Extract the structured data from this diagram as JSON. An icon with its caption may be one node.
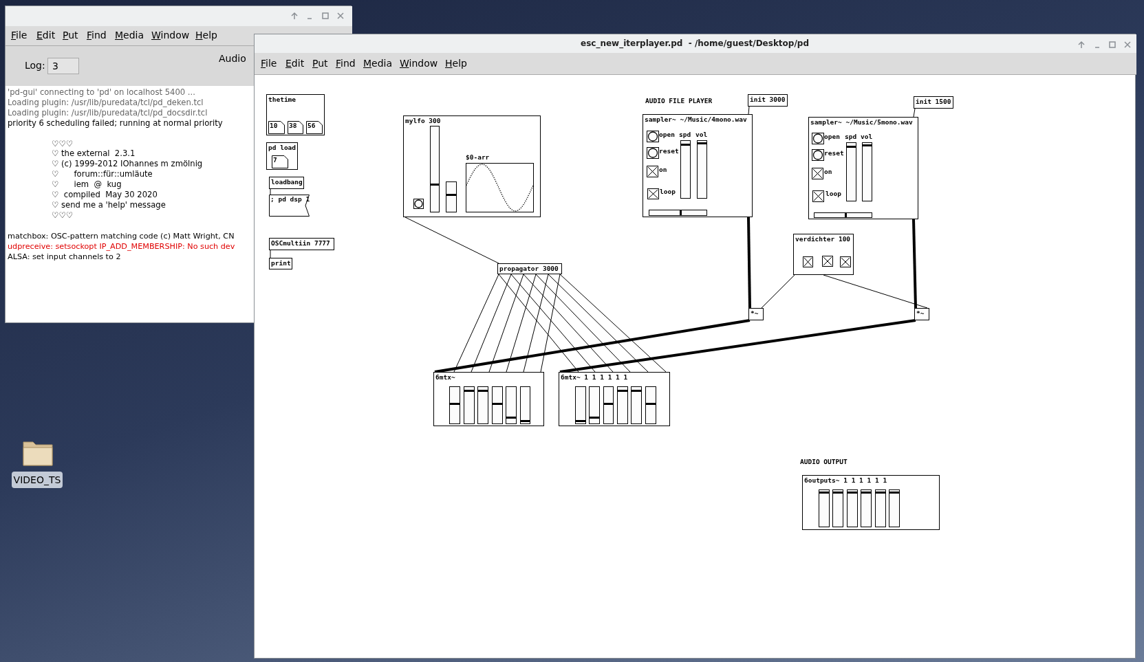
{
  "diagram": {
    "nodes": [
      {
        "text": [
          "esc_new_iterplayer.pd  - /home/guest/Desktop/pd"
        ]
      },
      {
        "text": [
          "thetime"
        ],
        "in": 0
      },
      {
        "text": [
          "10"
        ],
        "in": 1
      },
      {
        "text": [
          "38"
        ],
        "in": 1
      },
      {
        "text": [
          "56"
        ],
        "in": 1
      },
      {
        "text": [
          "pd load"
        ],
        "in": 0
      },
      {
        "text": [
          "7"
        ],
        "in": 5
      },
      {
        "text": [
          "loadbang"
        ],
        "in": 0
      },
      {
        "text": [
          "; pd dsp 1"
        ],
        "in": 0
      },
      {
        "text": [
          "OSCmultiin 7777"
        ],
        "in": 0
      },
      {
        "text": [
          "print"
        ],
        "in": 0
      },
      {
        "text": [
          "mylfo 300"
        ],
        "in": 0
      },
      {
        "text": [
          "$0-arr"
        ],
        "in": 11
      },
      {
        "text": [
          "propagator 3000"
        ],
        "in": 0
      },
      {
        "text": [
          "init 3000"
        ],
        "in": 0
      },
      {
        "text": [
          "sampler~ ~/Music/4mono.wav"
        ],
        "in": 0
      },
      {
        "text": [
          "init 1500"
        ],
        "in": 0
      },
      {
        "text": [
          "sampler~ ~/Music/5mono.wav"
        ],
        "in": 0
      },
      {
        "text": [
          "verdichter 100"
        ],
        "in": 0
      },
      {
        "text": [
          "*~"
        ],
        "in": 0
      },
      {
        "text": [
          "*~"
        ],
        "in": 0
      },
      {
        "text": [
          "6mtx~"
        ],
        "in": 0
      },
      {
        "text": [
          "6mtx~ 1 1 1 1 1 1"
        ],
        "in": 0
      },
      {
        "text": [
          "6outputs~ 1 1 1 1 1 1"
        ],
        "in": 0
      }
    ],
    "edges": [
      {
        "from": 7,
        "to": 8,
        "arrow": "none"
      },
      {
        "from": 9,
        "to": 10,
        "arrow": "none"
      },
      {
        "from": 11,
        "to": 13,
        "arrow": "none"
      },
      {
        "from": 13,
        "to": 21,
        "arrow": "none"
      },
      {
        "from": 13,
        "to": 21,
        "arrow": "none"
      },
      {
        "from": 13,
        "to": 21,
        "arrow": "none"
      },
      {
        "from": 13,
        "to": 21,
        "arrow": "none"
      },
      {
        "from": 13,
        "to": 21,
        "arrow": "none"
      },
      {
        "from": 13,
        "to": 21,
        "arrow": "none"
      },
      {
        "from": 13,
        "to": 22,
        "arrow": "none"
      },
      {
        "from": 13,
        "to": 22,
        "arrow": "none"
      },
      {
        "from": 13,
        "to": 22,
        "arrow": "none"
      },
      {
        "from": 13,
        "to": 22,
        "arrow": "none"
      },
      {
        "from": 13,
        "to": 22,
        "arrow": "none"
      },
      {
        "from": 13,
        "to": 22,
        "arrow": "none"
      },
      {
        "from": 14,
        "to": 15,
        "arrow": "none"
      },
      {
        "from": 16,
        "to": 17,
        "arrow": "none"
      },
      {
        "from": 15,
        "to": 19,
        "arrow": "none",
        "style": "thick"
      },
      {
        "from": 17,
        "to": 20,
        "arrow": "none",
        "style": "thick"
      },
      {
        "from": 18,
        "to": 19,
        "arrow": "none"
      },
      {
        "from": 18,
        "to": 20,
        "arrow": "none"
      },
      {
        "from": 19,
        "to": 21,
        "arrow": "none",
        "style": "thick"
      },
      {
        "from": 20,
        "to": 22,
        "arrow": "none",
        "style": "thick"
      }
    ],
    "labels": [
      "File",
      "Edit",
      "Put",
      "Find",
      "Media",
      "Window",
      "Help",
      "Log:",
      "3",
      "Audio",
      "'pd-gui' connecting to 'pd' on localhost 5400 ...",
      "Loading plugin: /usr/lib/puredata/tcl/pd_deken.tcl",
      "Loading plugin: /usr/lib/puredata/tcl/pd_docsdir.tcl",
      "priority 6 scheduling failed; running at normal priority",
      "♡♡♡",
      "♡ the external  2.3.1",
      "♡ (c) 1999-2012 IOhannes m zmölnig",
      "♡      forum::für::umläute",
      "♡      iem  @  kug",
      "♡  compiled  May 30 2020",
      "♡ send me a 'help' message",
      "♡♡♡",
      "matchbox: OSC-pattern matching code (c) Matt Wright, CN",
      "udpreceive: setsockopt IP_ADD_MEMBERSHIP: No such dev",
      "ALSA: set input channels to 2",
      "File",
      "Edit",
      "Put",
      "Find",
      "Media",
      "Window",
      "Help",
      "AUDIO FILE PLAYER",
      "open",
      "spd",
      "vol",
      "reset",
      "on",
      "loop",
      "open",
      "spd",
      "vol",
      "reset",
      "on",
      "loop",
      "AUDIO OUTPUT",
      "VIDEO_TS"
    ]
  }
}
